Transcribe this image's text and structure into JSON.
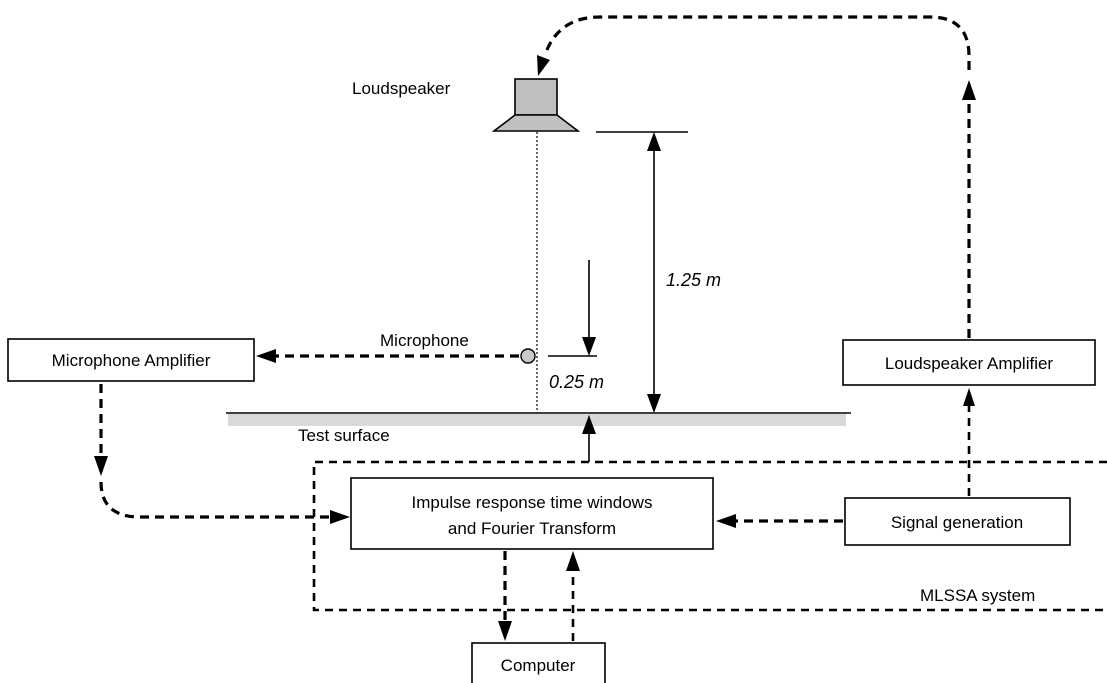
{
  "labels": {
    "loudspeaker": "Loudspeaker",
    "microphone": "Microphone",
    "height_speaker": "1.25 m",
    "height_mic": "0.25 m",
    "test_surface": "Test surface",
    "mlssa_system": "MLSSA system"
  },
  "boxes": {
    "mic_amplifier": "Microphone Amplifier",
    "loudspeaker_amplifier": "Loudspeaker Amplifier",
    "impulse_line1": "Impulse response time windows",
    "impulse_line2": "and Fourier Transform",
    "signal_generation": "Signal generation",
    "computer": "Computer"
  },
  "colors": {
    "line": "#000000",
    "speaker_fill": "#c0c0c0",
    "microphone_fill": "#c8c8c8",
    "surface_fill": "#d9d9d9"
  }
}
